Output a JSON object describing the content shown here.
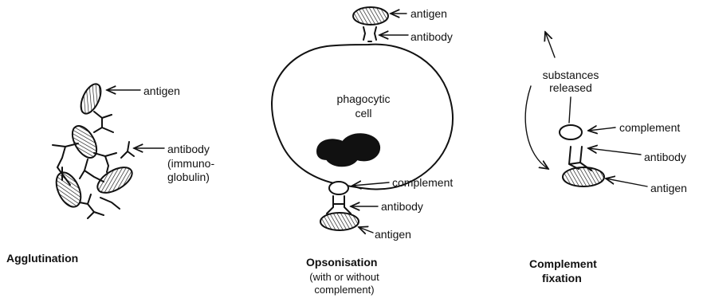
{
  "agglutination": {
    "title": "Agglutination",
    "antigen_label": "antigen",
    "antibody_label": "antibody",
    "antibody_note_1": "(immuno-",
    "antibody_note_2": "globulin)"
  },
  "opsonisation": {
    "title": "Opsonisation",
    "subtitle_1": "(with or without",
    "subtitle_2": "complement)",
    "top_antigen_label": "antigen",
    "top_antibody_label": "antibody",
    "cell_label_1": "phagocytic",
    "cell_label_2": "cell",
    "complement_label": "complement",
    "bottom_antibody_label": "antibody",
    "bottom_antigen_label": "antigen"
  },
  "complement_fixation": {
    "title_1": "Complement",
    "title_2": "fixation",
    "released_1": "substances",
    "released_2": "released",
    "complement_label": "complement",
    "antibody_label": "antibody",
    "antigen_label": "antigen"
  }
}
